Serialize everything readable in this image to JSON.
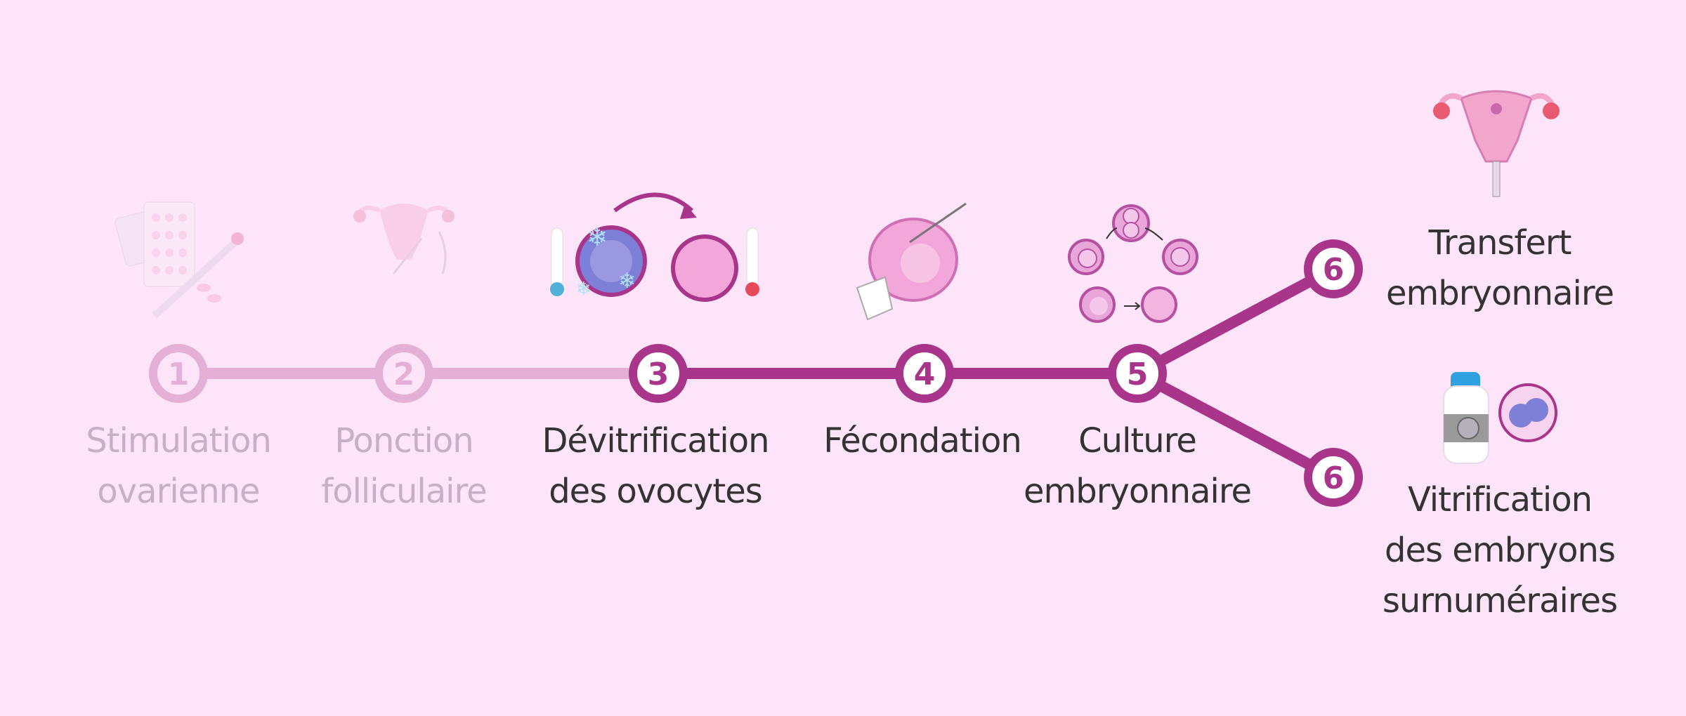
{
  "colors": {
    "background": "#fde4f8",
    "active": "#a8358a",
    "faded": "#e4b0d6",
    "text": "#333333",
    "faded_text": "#c8afc6"
  },
  "steps": [
    {
      "number": "1",
      "line1": "Stimulation",
      "line2": "ovarienne",
      "state": "faded",
      "icon": "pills-syringe-icon"
    },
    {
      "number": "2",
      "line1": "Ponction",
      "line2": "folliculaire",
      "state": "faded",
      "icon": "uterus-puncture-icon"
    },
    {
      "number": "3",
      "line1": "Dévitrification",
      "line2": "des ovocytes",
      "state": "active",
      "icon": "thaw-oocyte-icon"
    },
    {
      "number": "4",
      "line1": "Fécondation",
      "state": "active",
      "icon": "icsi-needle-icon"
    },
    {
      "number": "5",
      "line1": "Culture",
      "line2": "embryonnaire",
      "state": "active",
      "icon": "embryo-development-icon"
    },
    {
      "number": "6",
      "line1": "Transfert",
      "line2": "embryonnaire",
      "state": "active",
      "icon": "uterus-transfer-icon"
    },
    {
      "number": "6",
      "line1": "Vitrification",
      "line2": "des embryons",
      "line3": "surnuméraires",
      "state": "active",
      "icon": "cryo-tank-icon"
    }
  ]
}
